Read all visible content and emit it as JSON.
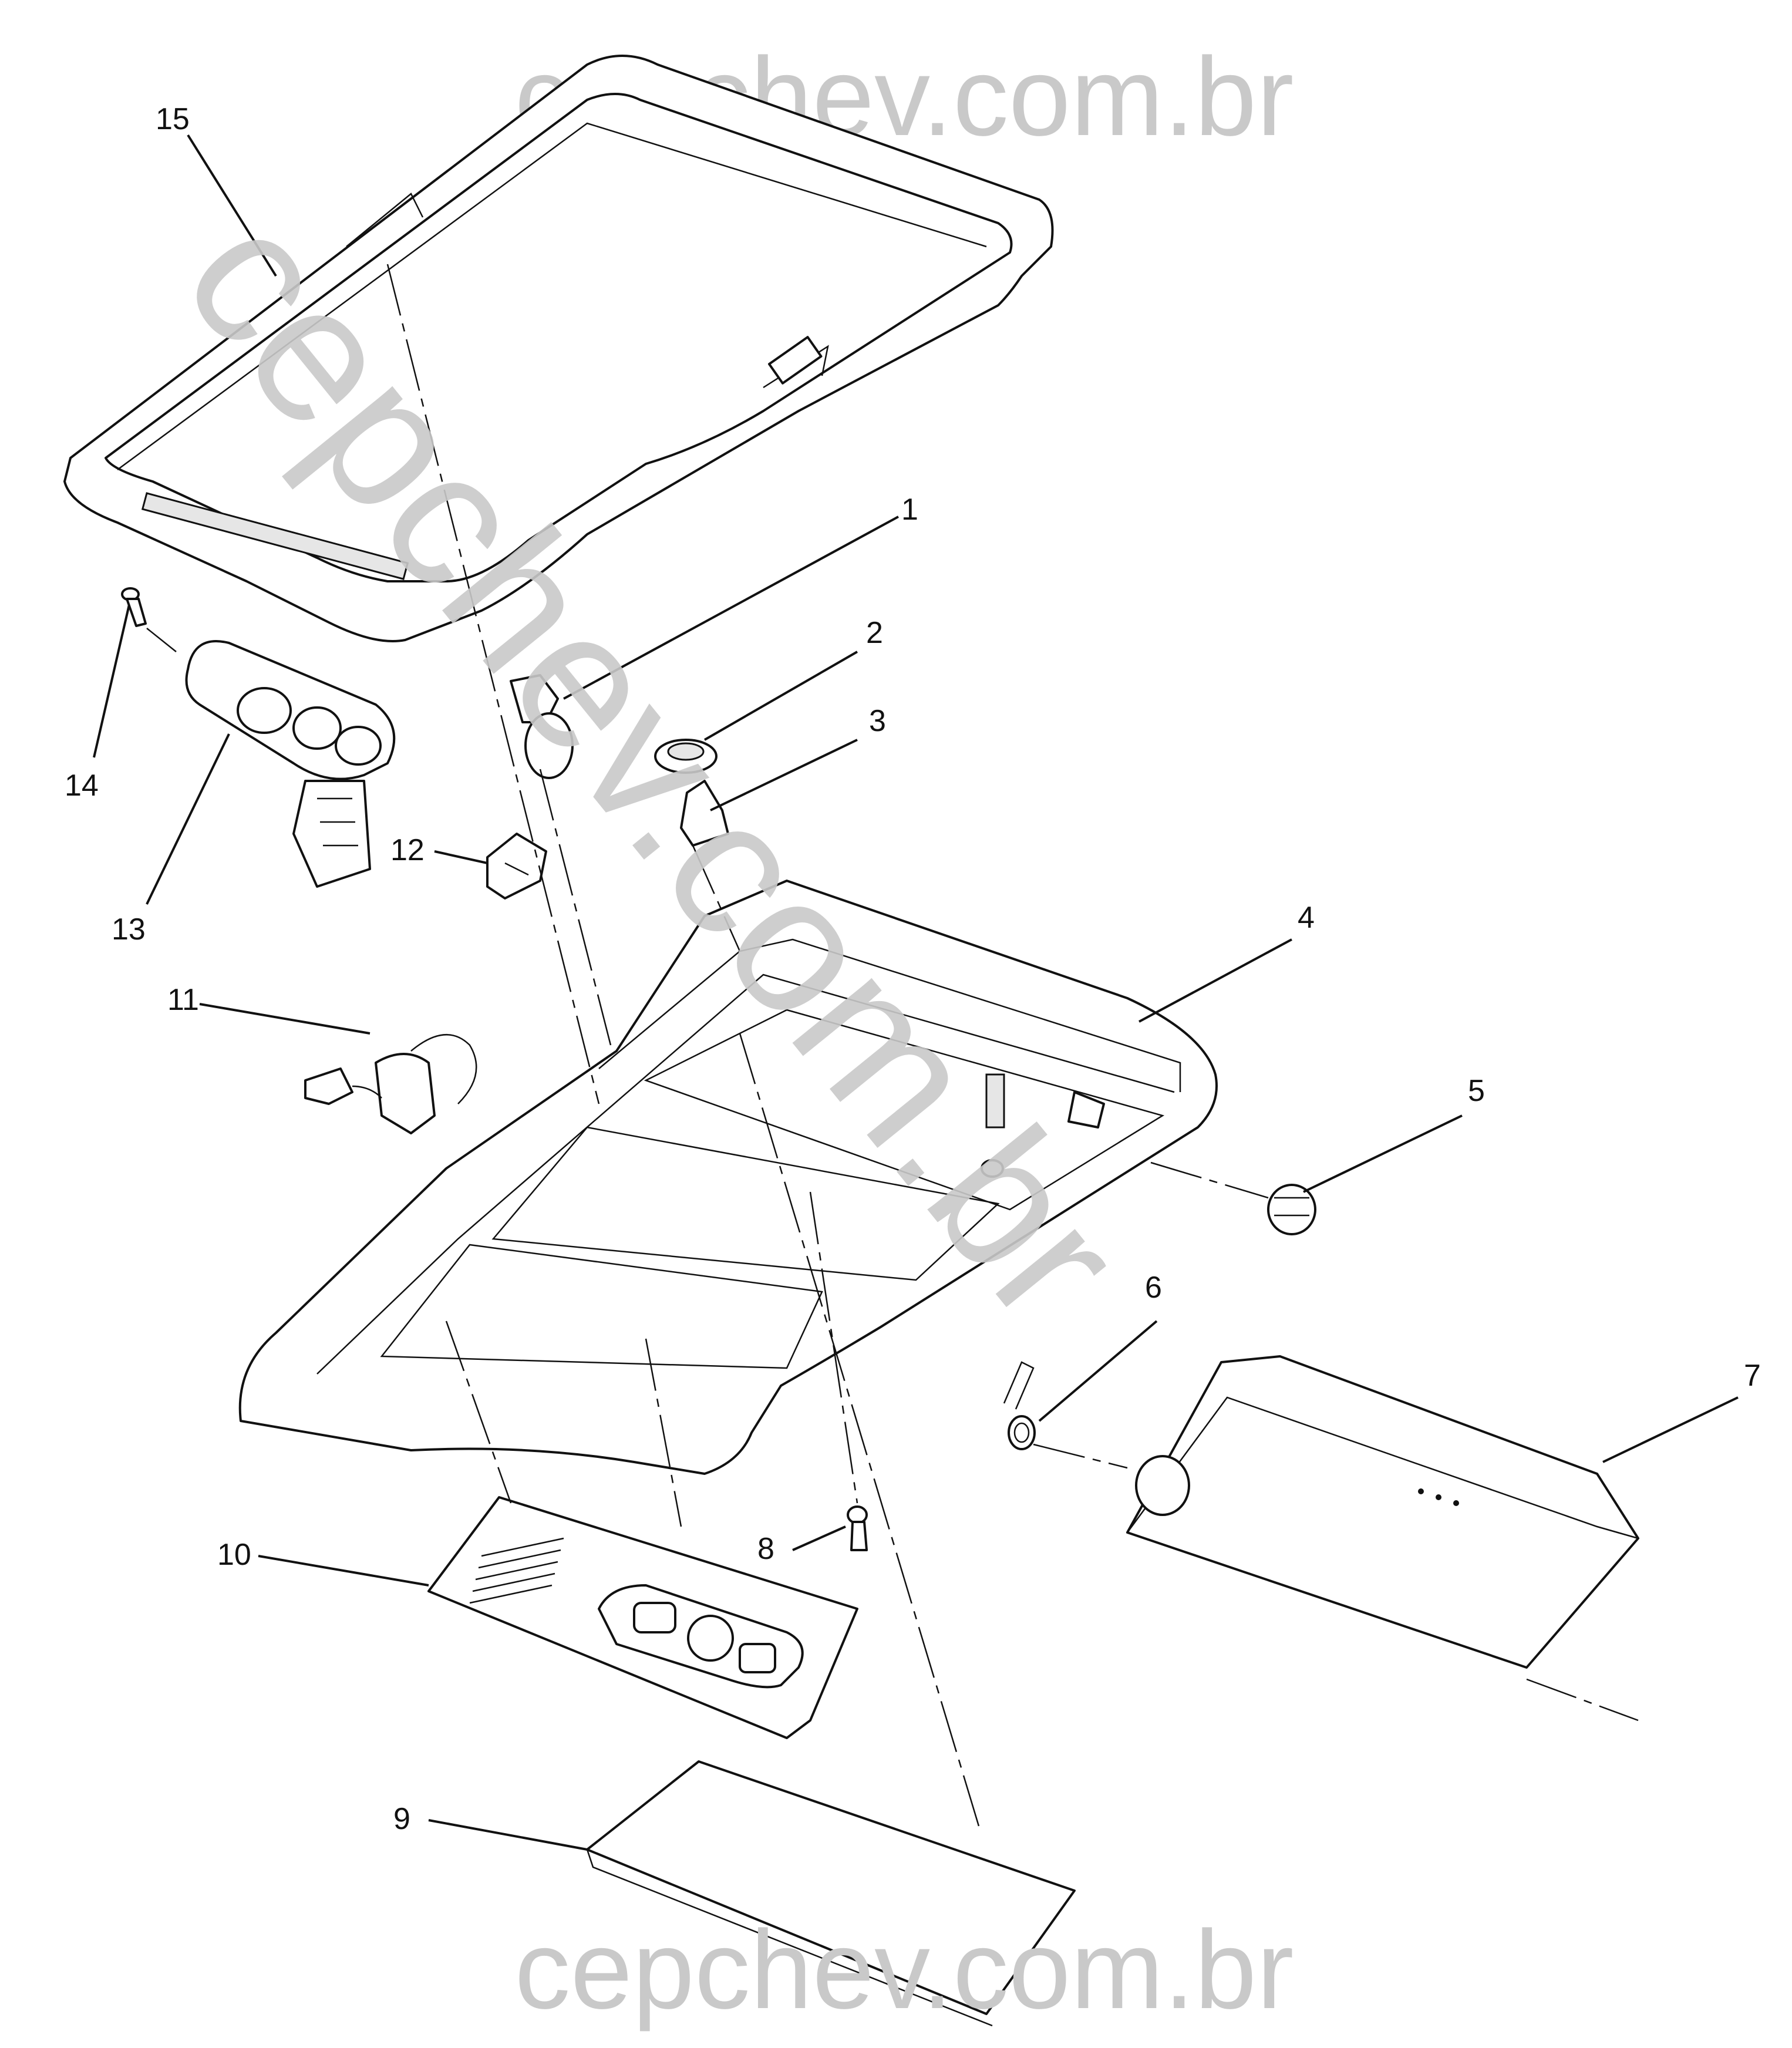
{
  "watermarks": {
    "top": "cepchev.com.br",
    "diagonal": "cepchev.com.br",
    "bottom": "cepchev.com.br"
  },
  "callouts": {
    "c1": "1",
    "c2": "2",
    "c3": "3",
    "c4": "4",
    "c5": "5",
    "c6": "6",
    "c7": "7",
    "c8": "8",
    "c9": "9",
    "c10": "10",
    "c11": "11",
    "c12": "12",
    "c13": "13",
    "c14": "14",
    "c15": "15"
  },
  "colors": {
    "watermark": "#c9c9c9",
    "line": "#111111",
    "background": "#ffffff"
  }
}
